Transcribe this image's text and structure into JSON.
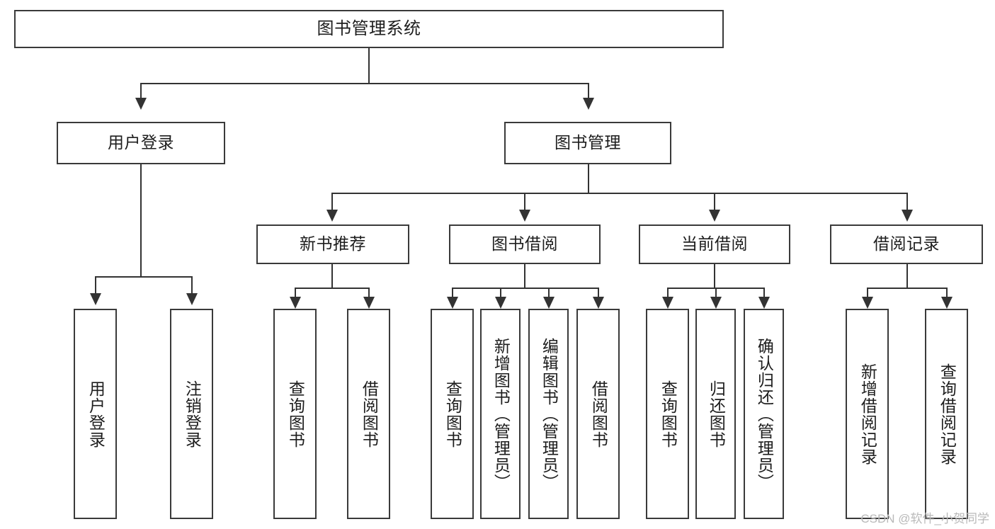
{
  "diagram": {
    "type": "tree-hierarchy",
    "title": "图书管理系统",
    "root": {
      "label": "图书管理系统"
    },
    "level1": [
      {
        "label": "用户登录"
      },
      {
        "label": "图书管理"
      }
    ],
    "level2": [
      {
        "label": "新书推荐"
      },
      {
        "label": "图书借阅"
      },
      {
        "label": "当前借阅"
      },
      {
        "label": "借阅记录"
      }
    ],
    "leaves": {
      "user_login": [
        {
          "label": "用户登录"
        },
        {
          "label": "注销登录"
        }
      ],
      "new_book_recommend": [
        {
          "label": "查询图书"
        },
        {
          "label": "借阅图书"
        }
      ],
      "book_borrow": [
        {
          "label": "查询图书"
        },
        {
          "label": "新增图书（管理员）"
        },
        {
          "label": "编辑图书（管理员）"
        },
        {
          "label": "借阅图书"
        }
      ],
      "current_borrow": [
        {
          "label": "查询图书"
        },
        {
          "label": "归还图书"
        },
        {
          "label": "确认归还（管理员）"
        }
      ],
      "borrow_record": [
        {
          "label": "新增借阅记录"
        },
        {
          "label": "查询借阅记录"
        }
      ]
    }
  },
  "watermark": {
    "text": "CSDN @软件_小贺同学"
  },
  "colors": {
    "border": "#3a3a3a",
    "connector": "#333333",
    "text": "#1d1d1d",
    "background": "#ffffff",
    "watermark": "#b9b9b9"
  }
}
